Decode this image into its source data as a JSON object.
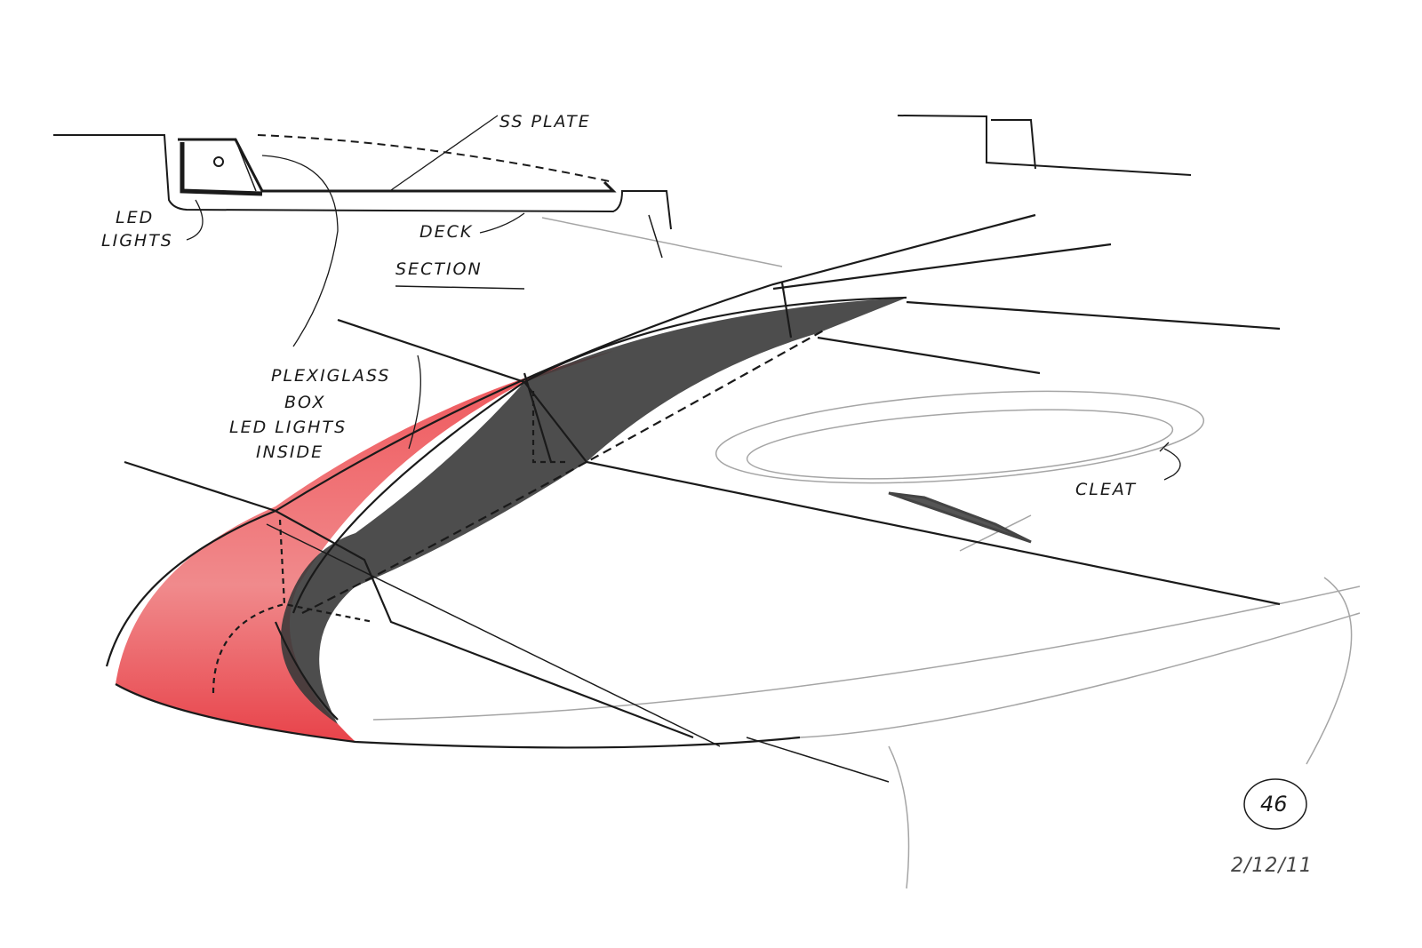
{
  "labels": {
    "ss_plate": "SS PLATE",
    "led_lights": [
      "LED",
      "LIGHTS"
    ],
    "deck_section": [
      "DECK",
      "SECTION"
    ],
    "plexiglass": [
      "PLEXIGLASS",
      "BOX",
      "LED LIGHTS",
      "INSIDE"
    ],
    "cleat": "CLEAT",
    "page_number": "46",
    "date": "2/12/11"
  },
  "colors": {
    "ink": "#1a1a1a",
    "pencil": "#9a9a9a",
    "red_fill": "#e8434a",
    "charcoal": "#3a3a3a"
  }
}
